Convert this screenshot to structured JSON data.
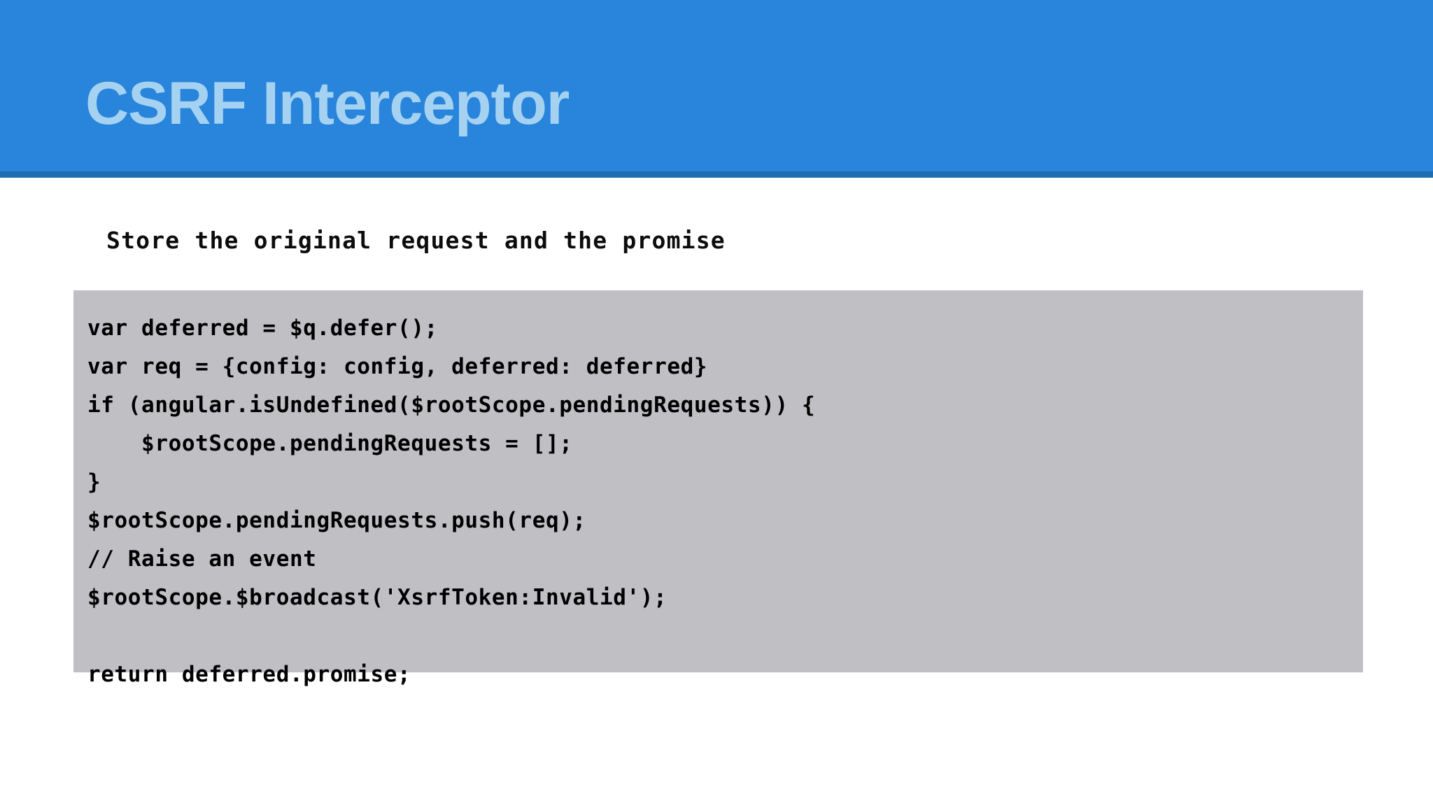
{
  "slide": {
    "title": "CSRF Interceptor",
    "caption": "Store the original request and the promise",
    "colors": {
      "header_blue": "#2885db",
      "header_underline": "#1f6eb4",
      "title_text": "#a6d2f2",
      "code_background": "#bfbfc4",
      "code_text": "#000000",
      "page_background": "#ffffff"
    },
    "code": {
      "language": "javascript",
      "lines": [
        "var deferred = $q.defer();",
        "var req = {config: config, deferred: deferred}",
        "if (angular.isUndefined($rootScope.pendingRequests)) {",
        "    $rootScope.pendingRequests = [];",
        "}",
        "$rootScope.pendingRequests.push(req);",
        "// Raise an event",
        "$rootScope.$broadcast('XsrfToken:Invalid');",
        "",
        "return deferred.promise;"
      ]
    }
  }
}
